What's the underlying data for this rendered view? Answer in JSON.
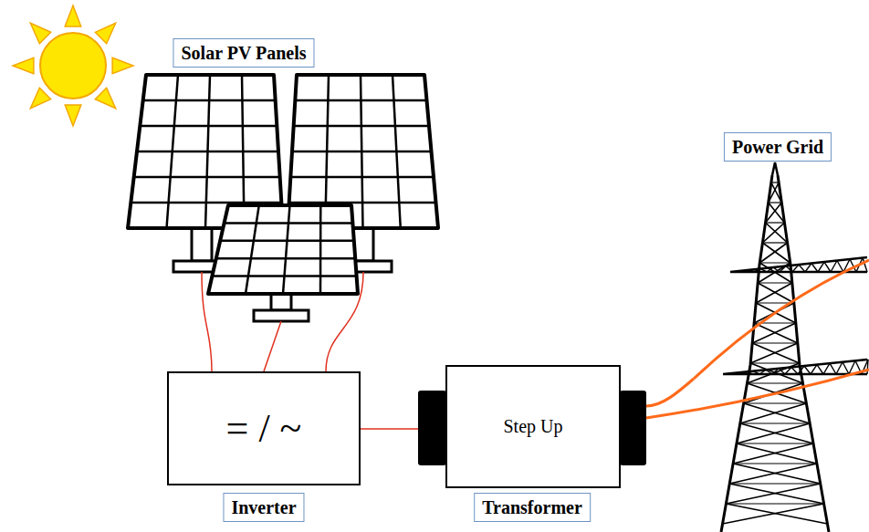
{
  "diagram": {
    "nodes": [
      {
        "text": [
          "Solar PV Panels"
        ]
      },
      {
        "text": [
          "= / ~",
          "Inverter"
        ]
      },
      {
        "text": [
          "Step Up",
          "Transformer"
        ]
      },
      {
        "text": [
          "Power Grid"
        ]
      }
    ],
    "edges": [
      {
        "from": 0,
        "to": 1,
        "arrow": "none"
      },
      {
        "from": 1,
        "to": 2,
        "arrow": "none"
      },
      {
        "from": 2,
        "to": 3,
        "arrow": "none"
      }
    ]
  }
}
